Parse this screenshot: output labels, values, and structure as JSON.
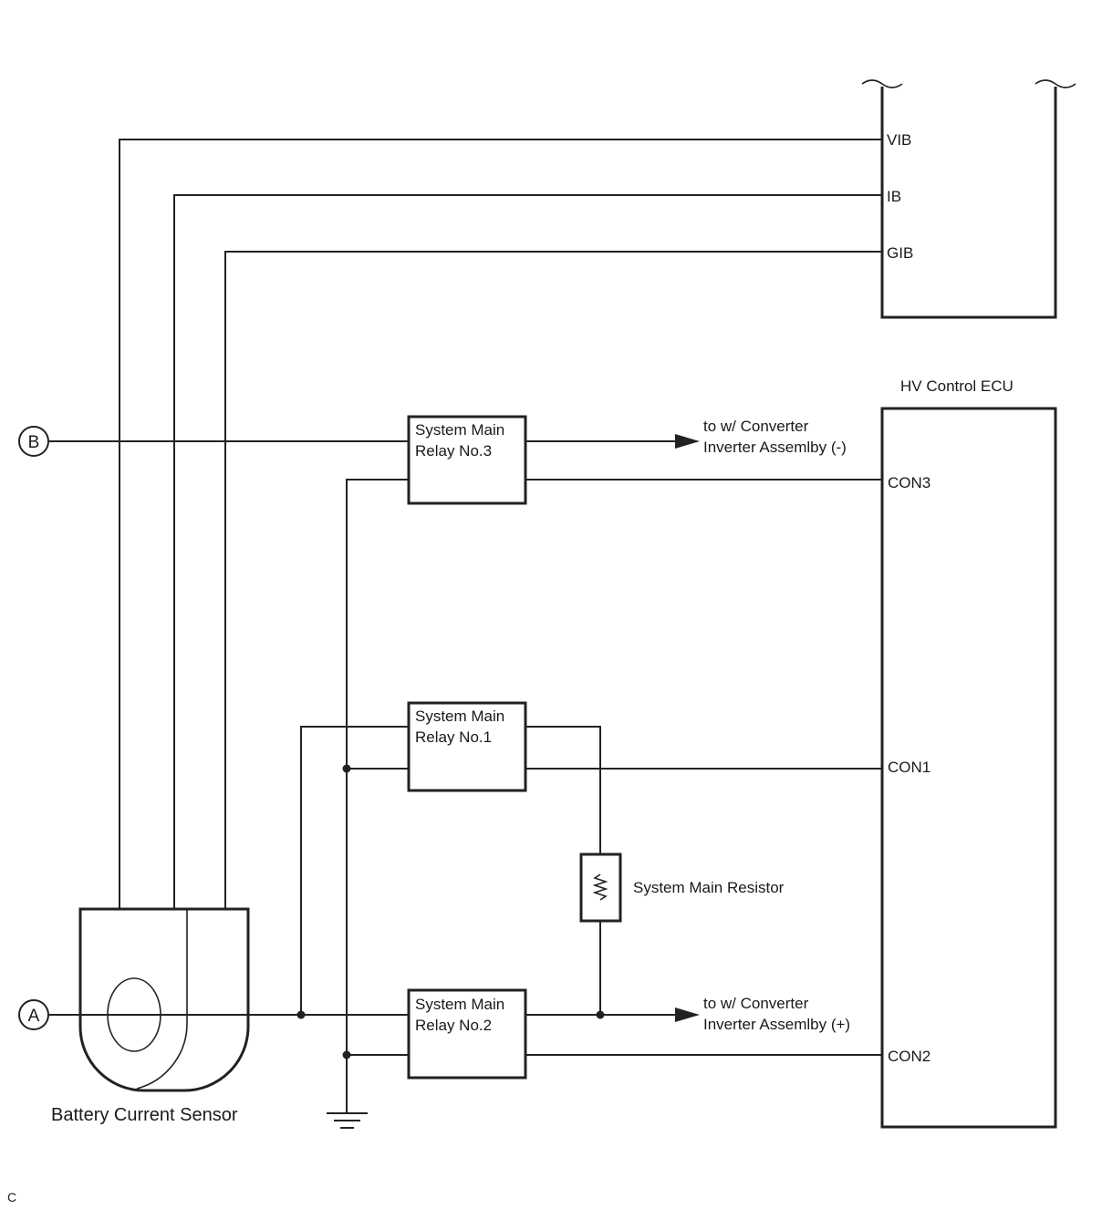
{
  "colors": {
    "line": "#222222",
    "background": "#ffffff"
  },
  "ecu": {
    "name": "HV Control ECU",
    "pins_top": [
      "VIB",
      "IB",
      "GIB"
    ],
    "pins": {
      "con3": "CON3",
      "con1": "CON1",
      "con2": "CON2"
    }
  },
  "relays": {
    "no3": [
      "System Main",
      "Relay No.3"
    ],
    "no1": [
      "System Main",
      "Relay No.1"
    ],
    "no2": [
      "System Main",
      "Relay No.2"
    ]
  },
  "resistor": {
    "label": "System Main Resistor",
    "icon": "resistor-icon"
  },
  "sensor": {
    "label": "Battery Current Sensor",
    "icon": "current-sensor-icon"
  },
  "terminals": {
    "a": "A",
    "b": "B"
  },
  "outputs": {
    "minus": [
      "to w/ Converter",
      "Inverter Assemlby (-)"
    ],
    "plus": [
      "to w/ Converter",
      "Inverter Assemlby (+)"
    ]
  },
  "ground": {
    "icon": "ground-icon"
  },
  "footer": {
    "code": "C"
  }
}
